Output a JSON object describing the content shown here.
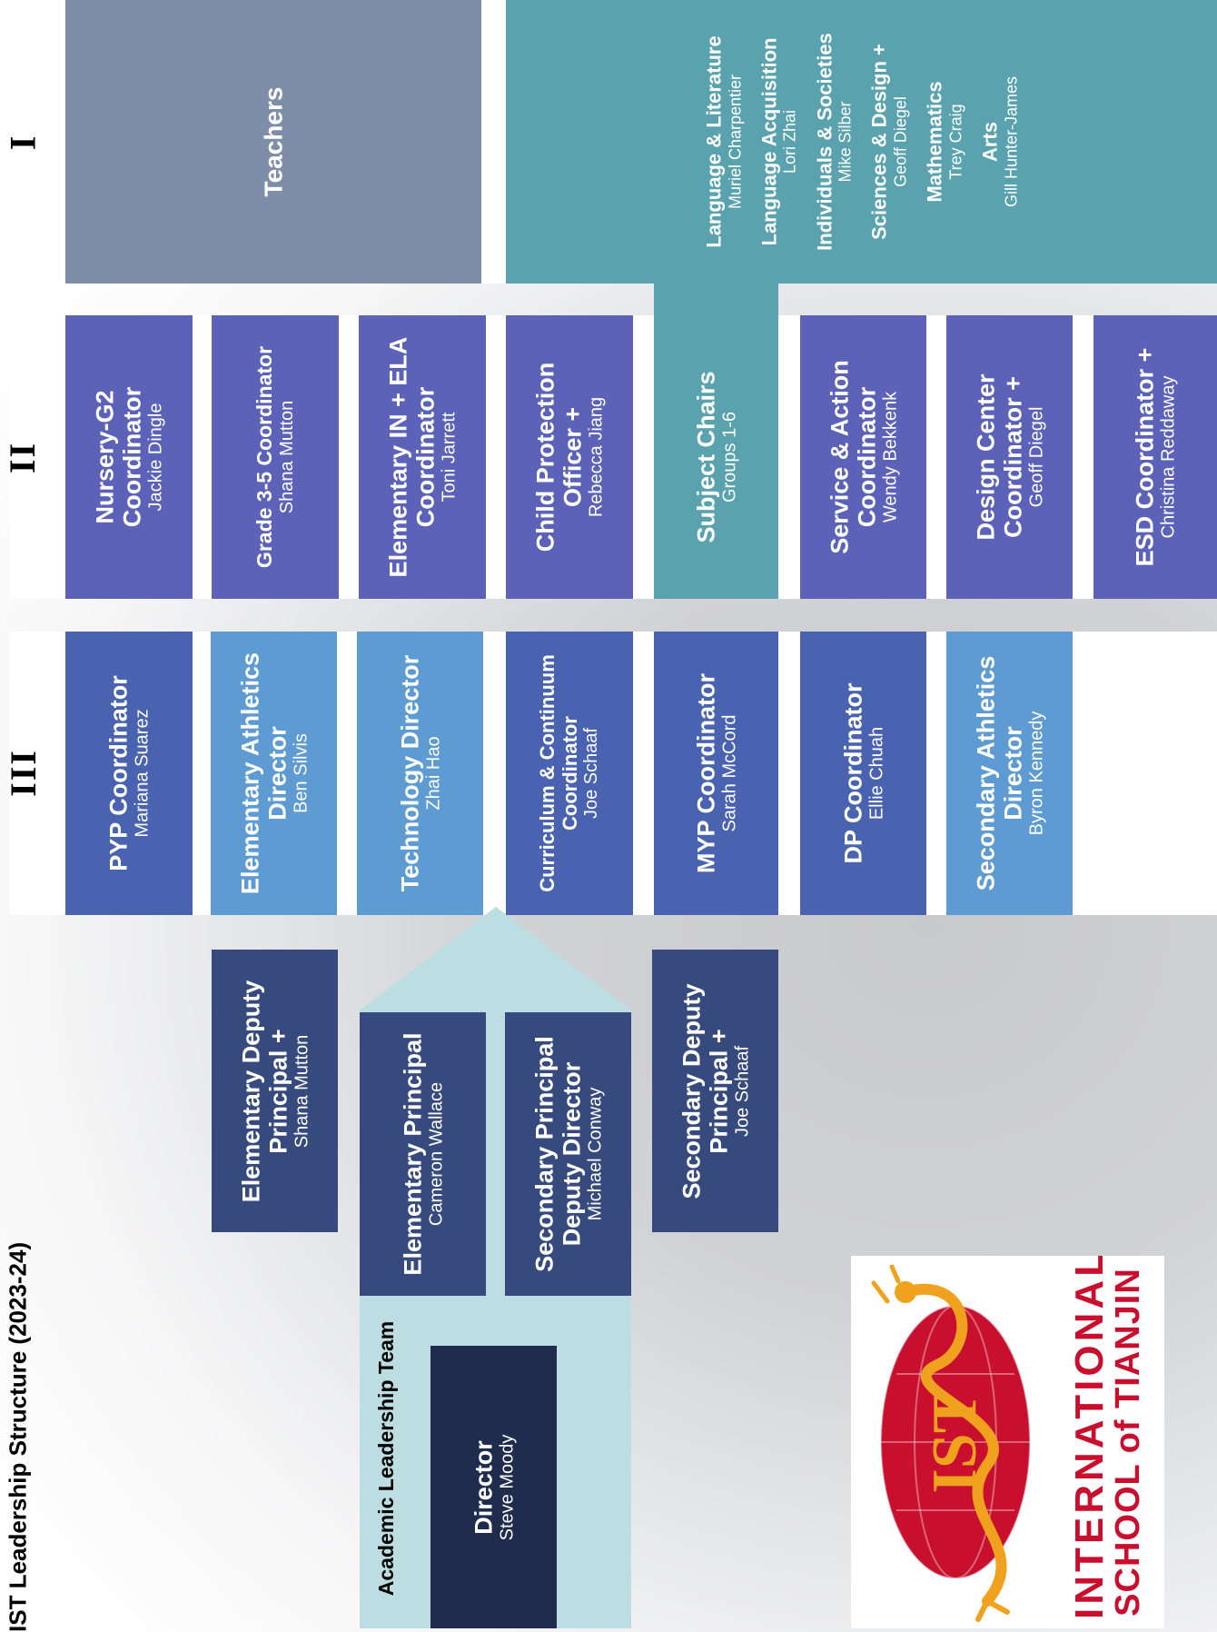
{
  "title": "IST Leadership Structure (2023-24)",
  "tiers": {
    "i": "I",
    "ii": "II",
    "iii": "III"
  },
  "teachers": {
    "label": "Teachers"
  },
  "subject_groups": [
    {
      "name": "Language & Literature",
      "person": "Muriel Charpentier"
    },
    {
      "name": "Language Acquisition",
      "person": "Lori Zhai"
    },
    {
      "name": "Individuals & Societies",
      "person": "Mike Silber"
    },
    {
      "name": "Sciences & Design +",
      "person": "Geoff Diegel"
    },
    {
      "name": "Mathematics",
      "person": "Trey Craig"
    },
    {
      "name": "Arts",
      "person": "Gill Hunter-James"
    }
  ],
  "tier2": [
    {
      "role": "Nursery-G2 Coordinator",
      "person": "Jackie Dingle"
    },
    {
      "role": "Grade 3-5 Coordinator",
      "person": "Shana Mutton"
    },
    {
      "role": "Elementary IN + ELA Coordinator",
      "person": "Toni Jarrett"
    },
    {
      "role": "Child Protection Officer +",
      "person": "Rebecca Jiang"
    },
    {
      "role": "Subject Chairs",
      "person": "Groups 1-6"
    },
    {
      "role": "Service & Action Coordinator",
      "person": "Wendy Bekkenk"
    },
    {
      "role": "Design Center Coordinator +",
      "person": "Geoff Diegel"
    },
    {
      "role": "ESD Coordinator +",
      "person": "Christina Reddaway"
    }
  ],
  "tier3": [
    {
      "role": "PYP Coordinator",
      "person": "Mariana Suarez"
    },
    {
      "role": "Elementary Athletics Director",
      "person": "Ben Silvis"
    },
    {
      "role": "Technology Director",
      "person": "Zhai Hao"
    },
    {
      "role": "Curriculum & Continuum Coordinator",
      "person": "Joe Schaaf"
    },
    {
      "role": "MYP Coordinator",
      "person": "Sarah McCord"
    },
    {
      "role": "DP Coordinator",
      "person": "Ellie Chuah"
    },
    {
      "role": "Secondary Athletics Director",
      "person": "Byron Kennedy"
    }
  ],
  "deputies": [
    {
      "role": "Elementary Deputy Principal +",
      "person": "Shana Mutton"
    },
    {
      "role": "Secondary Deputy Principal +",
      "person": "Joe Schaaf"
    }
  ],
  "principals": [
    {
      "role": "Elementary Principal",
      "person": "Cameron Wallace"
    },
    {
      "role": "Secondary Principal Deputy Director",
      "person": "Michael Conway"
    }
  ],
  "alt": {
    "label": "Academic Leadership Team"
  },
  "director": {
    "role": "Director",
    "person": "Steve Moody"
  },
  "logo": {
    "line1": "INTERNATIONAL",
    "line2": "SCHOOL of TIANJIN",
    "monogram": "IST"
  },
  "colors": {
    "tier3_dark": "#4a63b0",
    "tier3_light": "#5e9bd3",
    "tier2": "#5b62b8",
    "teal": "#5aa3ae",
    "deputy": "#374a7e",
    "director": "#202c4d",
    "teachers": "#7f8ea8",
    "alt_bg": "#bcdde1",
    "logo_red": "#c8102e",
    "logo_gold": "#f0a21f"
  }
}
